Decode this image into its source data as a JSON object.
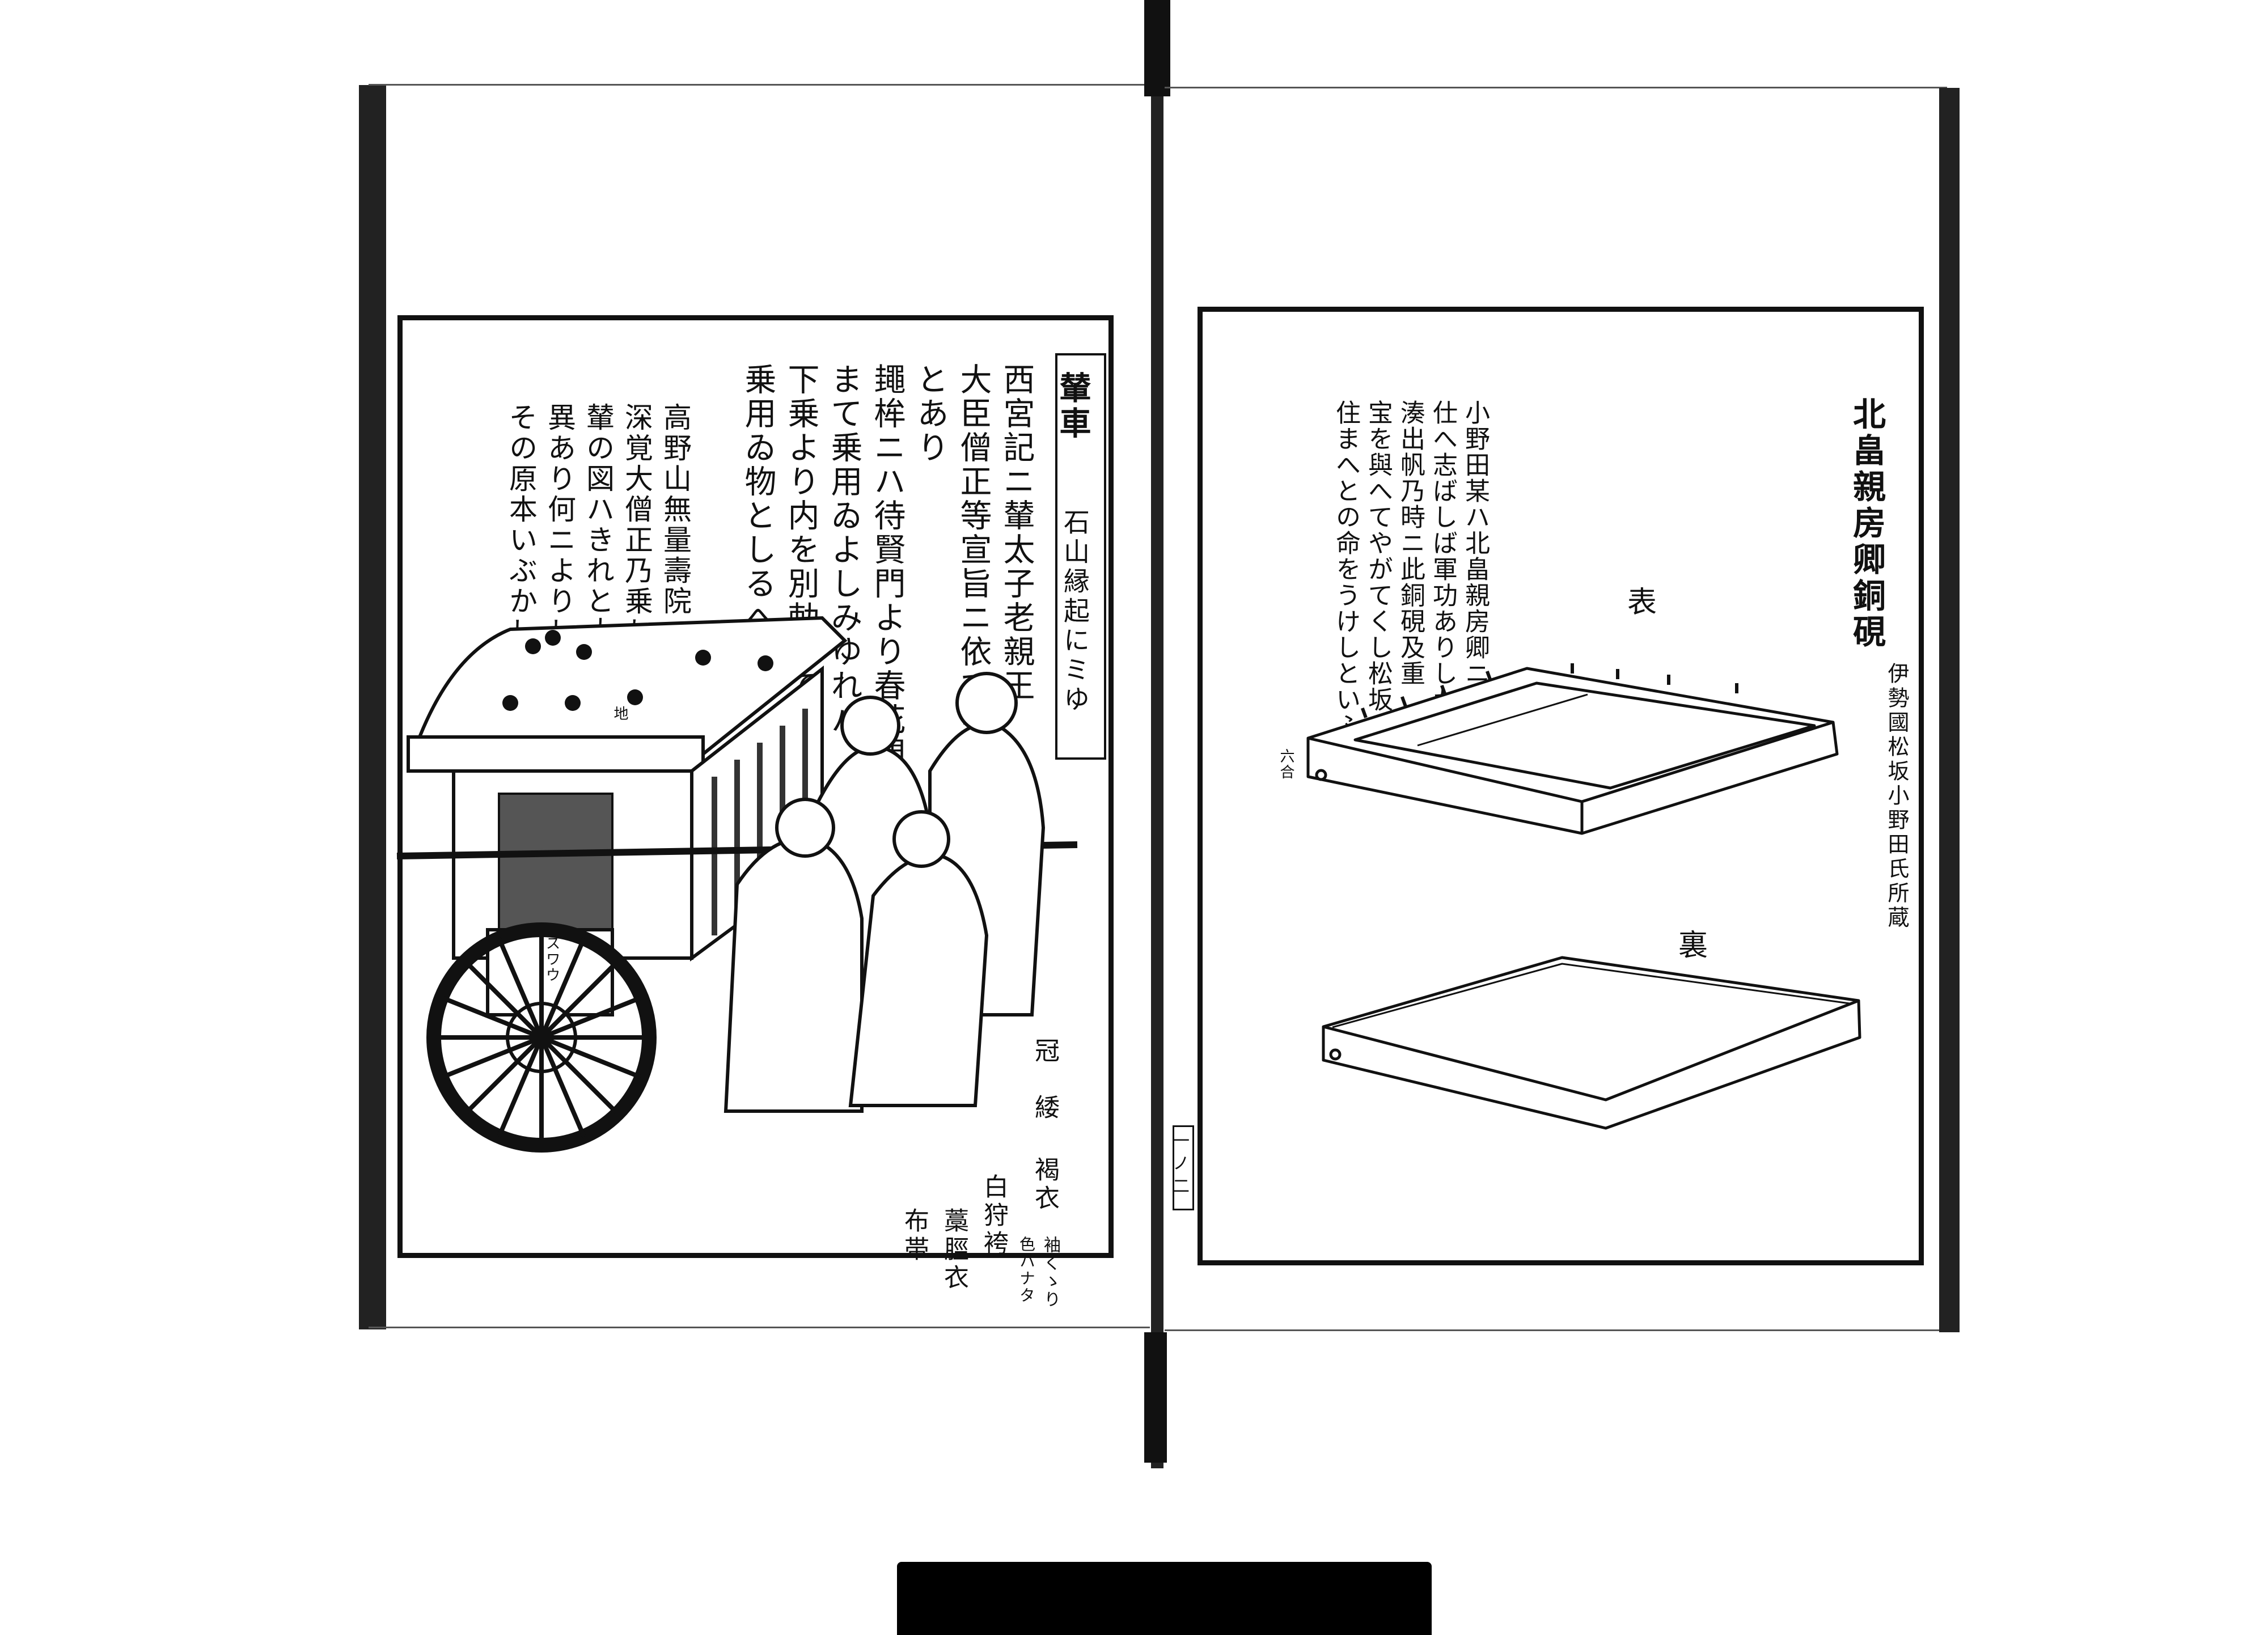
{
  "left_page": {
    "title_box": {
      "heading": "輦車",
      "source": "石山縁起にミゆ"
    },
    "main_text": [
      "西宮記ニ輦太子老親王",
      "大臣僧正等宣旨ニ依て乗",
      "とあり",
      "䵷桙ニハ待賢門より春花門",
      "まて乗用ゐよしみゆれバ",
      "下乗より内を別勅ニて",
      "乗用ゐ物としるへし"
    ],
    "second_text": [
      "高野山無量壽院",
      "深覚大僧正乃乗れし",
      "輦の図ハきれと大ニ",
      "異あり何ニよりしや",
      "その原本いぶかし"
    ],
    "costume_labels": {
      "kanmuri": "冠",
      "oikake": "緌",
      "kachie": "褐衣",
      "sodekukuri": "袖くゝり",
      "color": "色ハナタ",
      "shirokarihakama": "白狩袴",
      "habaki": "藁脛衣",
      "nunoobi": "布帯"
    },
    "carriage_labels": {
      "sudare": "スワウ",
      "ground": "地"
    }
  },
  "spine": {
    "page_number": "一ノ二"
  },
  "right_page": {
    "title": "北畠親房卿銅硯",
    "body_text": [
      "小野田某ハ北畠親房卿ニ",
      "仕へ志ばしば軍功ありしかバ大",
      "湊出帆乃時ニ此銅硯及重",
      "宝を與へてやがてくし松坂ニ",
      "住まへとの命をうけしといふ"
    ],
    "front_label": "表",
    "back_label": "裏",
    "owner": "伊勢國松坂小野田氏所蔵",
    "measure_label": "六合"
  }
}
